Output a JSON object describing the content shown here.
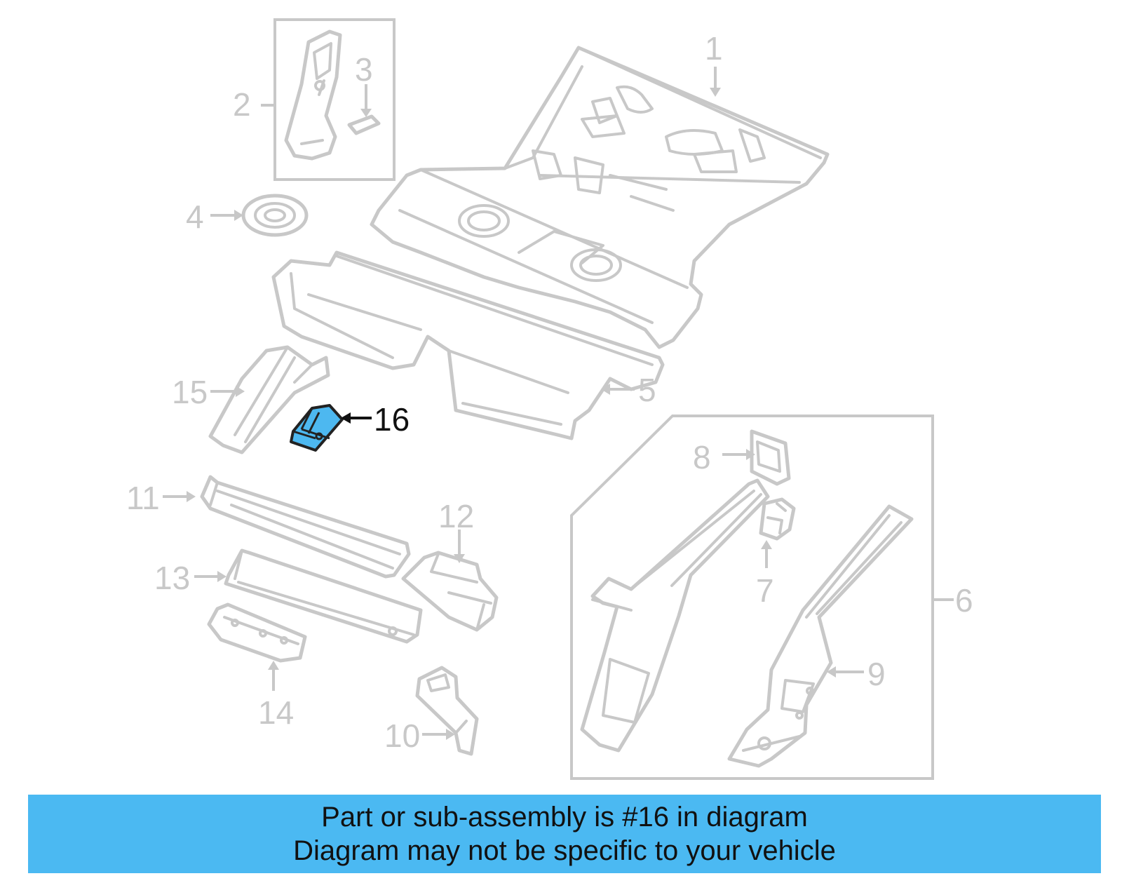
{
  "callouts": {
    "c1": "1",
    "c2": "2",
    "c3": "3",
    "c4": "4",
    "c5": "5",
    "c6": "6",
    "c7": "7",
    "c8": "8",
    "c9": "9",
    "c10": "10",
    "c11": "11",
    "c12": "12",
    "c13": "13",
    "c14": "14",
    "c15": "15",
    "c16": "16"
  },
  "highlight_part": "16",
  "colors": {
    "highlight_fill": "#4db8f0",
    "banner_background": "#4bb9f2",
    "inactive_stroke": "#c8c8c8",
    "text_dark": "#111111"
  },
  "banner": {
    "line1": "Part or sub-assembly is #16 in diagram",
    "line2": "Diagram may not be specific to your vehicle"
  }
}
